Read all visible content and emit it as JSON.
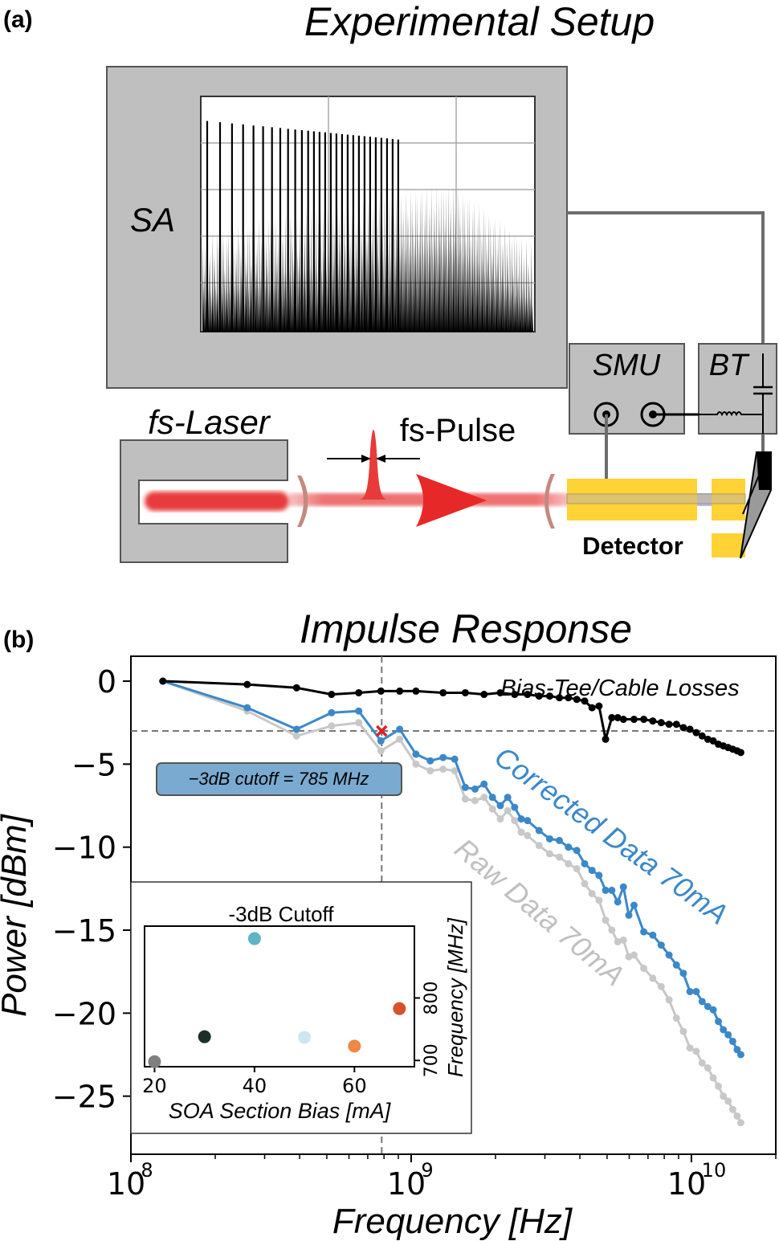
{
  "panel_a": {
    "label": "(a)",
    "title": "Experimental Setup",
    "sa_label": "SA",
    "smu_label": "SMU",
    "bt_label": "BT",
    "laser_label": "fs-Laser",
    "pulse_label": "fs-Pulse",
    "detector_label": "Detector"
  },
  "panel_b": {
    "label": "(b)",
    "title": "Impulse Response",
    "ylabel": "Power [dBm]",
    "xlabel": "Frequency [Hz]",
    "cutoff_box": "−3dB cutoff = 785 MHz",
    "series_labels": {
      "black": "Bias-Tee/Cable Losses",
      "blue": "Corrected Data 70mA",
      "gray": "Raw Data 70mA"
    },
    "inset": {
      "title": "-3dB Cutoff",
      "xlabel": "SOA Section Bias [mA]",
      "ylabel": "Frequency [MHz]"
    }
  },
  "chart_data": [
    {
      "type": "line",
      "title": "Impulse Response",
      "xlabel": "Frequency [Hz]",
      "ylabel": "Power [dBm]",
      "xscale": "log",
      "xlim": [
        100000000.0,
        20000000000.0
      ],
      "ylim": [
        -28.5,
        1.5
      ],
      "xticks": [
        "10^8",
        "10^9",
        "10^10"
      ],
      "yticks": [
        0,
        -5,
        -10,
        -15,
        -20,
        -25
      ],
      "grid": false,
      "reference_lines": {
        "x": 785000000.0,
        "y": -3
      },
      "marker": {
        "x": 785000000.0,
        "y": -3,
        "symbol": "x",
        "color": "#e02020"
      },
      "series": [
        {
          "name": "Bias-Tee/Cable Losses",
          "color": "#000000",
          "x": [
            130000000.0,
            260000000.0,
            390000000.0,
            520000000.0,
            650000000.0,
            780000000.0,
            910000000.0,
            1040000000.0,
            1300000000.0,
            1560000000.0,
            1820000000.0,
            2080000000.0,
            2340000000.0,
            2600000000.0,
            2860000000.0,
            3120000000.0,
            3380000000.0,
            3640000000.0,
            3900000000.0,
            4160000000.0,
            4420000000.0,
            4680000000.0,
            4940000000.0,
            5200000000.0,
            5460000000.0,
            5720000000.0,
            6240000000.0,
            6760000000.0,
            7280000000.0,
            7800000000.0,
            8320000000.0,
            8840000000.0,
            9360000000.0,
            9880000000.0,
            10400000000.0,
            10920000000.0,
            11440000000.0,
            11960000000.0,
            12480000000.0,
            13000000000.0,
            13520000000.0,
            14040000000.0,
            14560000000.0,
            15000000000.0
          ],
          "y": [
            0,
            -0.2,
            -0.4,
            -0.8,
            -0.7,
            -0.6,
            -0.6,
            -0.6,
            -0.7,
            -0.7,
            -0.8,
            -0.7,
            -0.8,
            -0.8,
            -0.9,
            -0.9,
            -1.0,
            -1.0,
            -1.1,
            -1.2,
            -1.6,
            -1.5,
            -3.5,
            -2.2,
            -2.2,
            -2.3,
            -2.3,
            -2.3,
            -2.4,
            -2.5,
            -2.6,
            -2.6,
            -2.8,
            -2.9,
            -3.1,
            -3.3,
            -3.5,
            -3.6,
            -3.8,
            -3.9,
            -4.0,
            -4.1,
            -4.2,
            -4.3
          ]
        },
        {
          "name": "Corrected Data 70mA",
          "color": "#3b88c9",
          "x": [
            130000000.0,
            260000000.0,
            390000000.0,
            520000000.0,
            650000000.0,
            780000000.0,
            910000000.0,
            1040000000.0,
            1170000000.0,
            1300000000.0,
            1430000000.0,
            1560000000.0,
            1690000000.0,
            1820000000.0,
            1950000000.0,
            2080000000.0,
            2210000000.0,
            2340000000.0,
            2470000000.0,
            2600000000.0,
            2860000000.0,
            3120000000.0,
            3380000000.0,
            3640000000.0,
            3900000000.0,
            4160000000.0,
            4420000000.0,
            4680000000.0,
            4940000000.0,
            5200000000.0,
            5460000000.0,
            5720000000.0,
            5980000000.0,
            6240000000.0,
            6760000000.0,
            7280000000.0,
            7800000000.0,
            8320000000.0,
            8840000000.0,
            9360000000.0,
            9880000000.0,
            10400000000.0,
            10920000000.0,
            11440000000.0,
            11960000000.0,
            12480000000.0,
            13000000000.0,
            13520000000.0,
            14040000000.0,
            14560000000.0,
            15000000000.0
          ],
          "y": [
            0,
            -1.6,
            -2.9,
            -1.9,
            -1.8,
            -3.6,
            -2.9,
            -4.4,
            -4.8,
            -4.6,
            -4.7,
            -6.4,
            -6.5,
            -6.2,
            -7.0,
            -7.5,
            -7.0,
            -7.6,
            -8.3,
            -8.4,
            -9.0,
            -9.5,
            -9.6,
            -10.0,
            -10.2,
            -11.0,
            -11.4,
            -11.7,
            -12.6,
            -12.6,
            -13.3,
            -12.4,
            -14.1,
            -13.5,
            -15.1,
            -15.3,
            -15.9,
            -16.5,
            -17.1,
            -17.6,
            -18.7,
            -18.7,
            -19.3,
            -19.6,
            -19.8,
            -20.5,
            -21.0,
            -21.3,
            -21.7,
            -22.2,
            -22.5
          ]
        },
        {
          "name": "Raw Data 70mA",
          "color": "#c8c8c8",
          "x": [
            130000000.0,
            260000000.0,
            390000000.0,
            520000000.0,
            650000000.0,
            780000000.0,
            910000000.0,
            1040000000.0,
            1170000000.0,
            1300000000.0,
            1430000000.0,
            1560000000.0,
            1690000000.0,
            1820000000.0,
            1950000000.0,
            2080000000.0,
            2210000000.0,
            2340000000.0,
            2470000000.0,
            2600000000.0,
            2860000000.0,
            3120000000.0,
            3380000000.0,
            3640000000.0,
            3900000000.0,
            4160000000.0,
            4420000000.0,
            4680000000.0,
            4940000000.0,
            5200000000.0,
            5460000000.0,
            5720000000.0,
            5980000000.0,
            6240000000.0,
            6760000000.0,
            7280000000.0,
            7800000000.0,
            8320000000.0,
            8840000000.0,
            9360000000.0,
            9880000000.0,
            10400000000.0,
            10920000000.0,
            11440000000.0,
            11960000000.0,
            12480000000.0,
            13000000000.0,
            13520000000.0,
            14040000000.0,
            14560000000.0,
            15000000000.0
          ],
          "y": [
            0,
            -1.8,
            -3.3,
            -2.7,
            -2.5,
            -4.2,
            -3.5,
            -5.0,
            -5.4,
            -5.3,
            -5.4,
            -7.1,
            -7.2,
            -7.0,
            -7.7,
            -8.3,
            -7.8,
            -8.4,
            -9.1,
            -9.3,
            -9.9,
            -10.4,
            -10.6,
            -11.0,
            -11.3,
            -12.2,
            -12.8,
            -13.2,
            -14.4,
            -15.0,
            -15.7,
            -15.6,
            -16.6,
            -16.5,
            -17.3,
            -17.9,
            -18.4,
            -19.2,
            -20.3,
            -21.1,
            -22.1,
            -22.3,
            -23.0,
            -23.3,
            -23.9,
            -24.4,
            -25.0,
            -25.3,
            -25.8,
            -26.2,
            -26.6
          ]
        }
      ]
    },
    {
      "type": "scatter",
      "title": "-3dB Cutoff",
      "xlabel": "SOA Section Bias [mA]",
      "ylabel": "Frequency [MHz]",
      "xlim": [
        18,
        72
      ],
      "ylim": [
        690,
        915
      ],
      "xticks": [
        20,
        40,
        60
      ],
      "yticks": [
        700,
        800
      ],
      "points": [
        {
          "x": 20,
          "y": 698,
          "color": "#7f7f7f"
        },
        {
          "x": 30,
          "y": 738,
          "color": "#1b2f2a"
        },
        {
          "x": 40,
          "y": 895,
          "color": "#5fb4c4"
        },
        {
          "x": 50,
          "y": 737,
          "color": "#cde6f0"
        },
        {
          "x": 60,
          "y": 723,
          "color": "#ee8844"
        },
        {
          "x": 69,
          "y": 783,
          "color": "#d9502a"
        }
      ]
    }
  ]
}
